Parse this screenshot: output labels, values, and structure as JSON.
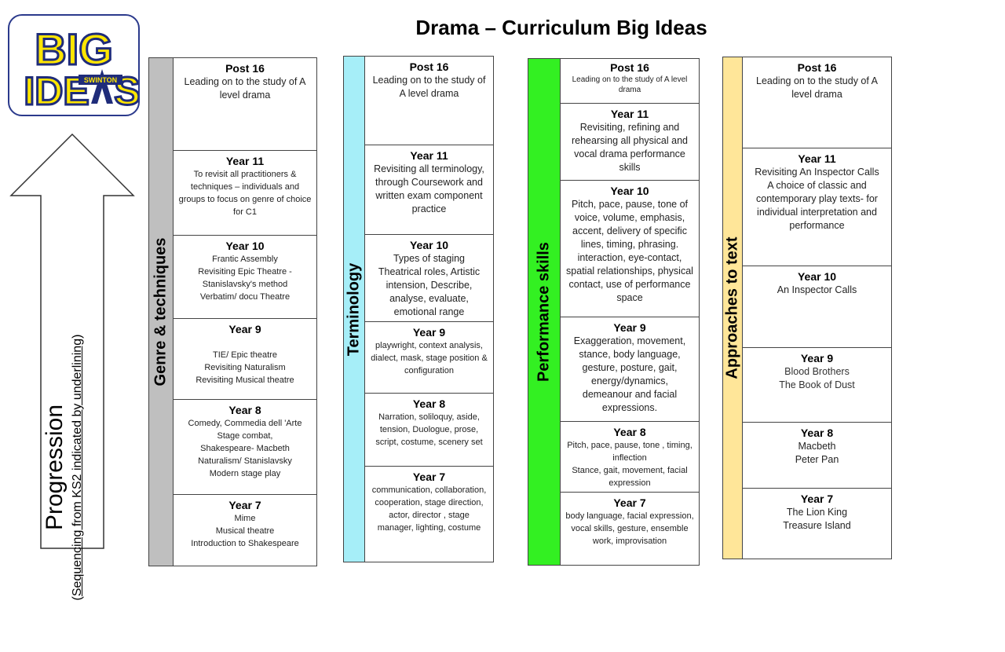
{
  "page": {
    "title": "Drama – Curriculum Big Ideas"
  },
  "logo": {
    "line1": "BIG",
    "line2a": "IDE",
    "line2b": "S",
    "badge": "SWINTON",
    "colors": {
      "yellow": "#FFE600",
      "navy": "#1F2C7A"
    }
  },
  "arrow": {
    "title": "Progression",
    "subtitle_pre": "(",
    "subtitle_underlined": "Sequencing from KS2 indicated by underlining",
    "subtitle_post": ")"
  },
  "columns": [
    {
      "label": "Genre & techniques",
      "color": "#BFBFBF",
      "cells": [
        {
          "title": "Post 16",
          "body": "Leading on to the study of A level drama"
        },
        {
          "title": "Year 11",
          "body": "To revisit all practitioners & techniques – individuals and groups to focus on genre of choice for C1"
        },
        {
          "title": "Year 10",
          "body": "Frantic Assembly\nRevisiting Epic Theatre -\nStanislavsky's method\nVerbatim/ docu Theatre"
        },
        {
          "title": "Year 9",
          "body": "\nTIE/ Epic theatre\nRevisiting Naturalism\nRevisiting Musical theatre"
        },
        {
          "title": "Year 8",
          "body": "Comedy, Commedia dell 'Arte\nStage combat,\nShakespeare- Macbeth\nNaturalism/ Stanislavsky\nModern stage play"
        },
        {
          "title": "Year 7",
          "body": "Mime\nMusical theatre\nIntroduction to Shakespeare"
        }
      ]
    },
    {
      "label": "Terminology",
      "color": "#A6EEF8",
      "cells": [
        {
          "title": "Post 16",
          "body": "Leading on to the study of A level drama"
        },
        {
          "title": "Year 11",
          "body": "Revisiting all terminology, through Coursework and written exam component practice"
        },
        {
          "title": "Year 10",
          "body": "Types of staging\nTheatrical roles, Artistic intension, Describe, analyse, evaluate, emotional range"
        },
        {
          "title": "Year 9",
          "body": "playwright, context analysis, dialect, mask, stage position & configuration"
        },
        {
          "title": "Year 8",
          "body": "Narration, soliloquy, aside, tension, Duologue, prose, script, costume, scenery set"
        },
        {
          "title": "Year 7",
          "body": "communication, collaboration, cooperation, stage direction, actor, director , stage manager, lighting, costume"
        }
      ]
    },
    {
      "label": "Performance skills",
      "color": "#33F022",
      "cells": [
        {
          "title": "Post 16",
          "body": "Leading on to the study of A level drama"
        },
        {
          "title": "Year 11",
          "body": "Revisiting, refining and rehearsing all physical and vocal drama performance skills"
        },
        {
          "title": "Year 10",
          "body": "Pitch, pace, pause, tone of voice, volume, emphasis, accent, delivery of specific lines, timing, phrasing. interaction, eye-contact, spatial relationships, physical contact, use of performance space"
        },
        {
          "title": "Year 9",
          "body": "Exaggeration, movement, stance, body language, gesture, posture, gait, energy/dynamics, demeanour and facial expressions."
        },
        {
          "title": "Year 8",
          "body": "Pitch, pace, pause, tone , timing, inflection\nStance, gait, movement, facial expression"
        },
        {
          "title": "Year 7",
          "body": "body language, facial expression, vocal skills, gesture, ensemble work, improvisation"
        }
      ]
    },
    {
      "label": "Approaches to text",
      "color": "#FFE699",
      "cells": [
        {
          "title": "Post 16",
          "body": "Leading on to the study of A level drama"
        },
        {
          "title": "Year 11",
          "body": "Revisiting An Inspector Calls\nA choice of  classic and contemporary play texts- for individual interpretation and performance"
        },
        {
          "title": "Year 10",
          "body": "An Inspector Calls"
        },
        {
          "title": "Year 9",
          "body": "Blood Brothers\nThe Book of Dust"
        },
        {
          "title": "Year 8",
          "body": "Macbeth\nPeter Pan"
        },
        {
          "title": "Year 7",
          "body": "The Lion King\nTreasure Island"
        }
      ]
    }
  ]
}
